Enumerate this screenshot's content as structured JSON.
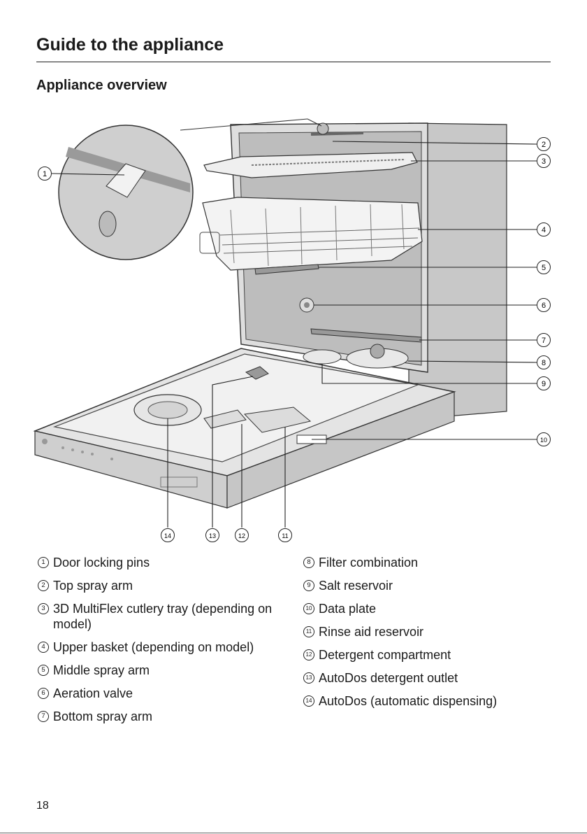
{
  "header": {
    "title": "Guide to the appliance",
    "subtitle": "Appliance overview"
  },
  "figure": {
    "callouts": [
      "1",
      "2",
      "3",
      "4",
      "5",
      "6",
      "7",
      "8",
      "9",
      "10",
      "11",
      "12",
      "13",
      "14"
    ]
  },
  "legend": {
    "left": [
      {
        "num": "1",
        "label": "Door locking pins"
      },
      {
        "num": "2",
        "label": "Top spray arm"
      },
      {
        "num": "3",
        "label": "3D MultiFlex cutlery tray (depending on model)"
      },
      {
        "num": "4",
        "label": "Upper basket (depending on model)"
      },
      {
        "num": "5",
        "label": "Middle spray arm"
      },
      {
        "num": "6",
        "label": "Aeration valve"
      },
      {
        "num": "7",
        "label": "Bottom spray arm"
      }
    ],
    "right": [
      {
        "num": "8",
        "label": "Filter combination"
      },
      {
        "num": "9",
        "label": "Salt reservoir"
      },
      {
        "num": "10",
        "label": "Data plate"
      },
      {
        "num": "11",
        "label": "Rinse aid reservoir"
      },
      {
        "num": "12",
        "label": "Detergent compartment"
      },
      {
        "num": "13",
        "label": "AutoDos detergent outlet"
      },
      {
        "num": "14",
        "label": "AutoDos (automatic dispensing)"
      }
    ]
  },
  "footer": {
    "page_number": "18"
  }
}
